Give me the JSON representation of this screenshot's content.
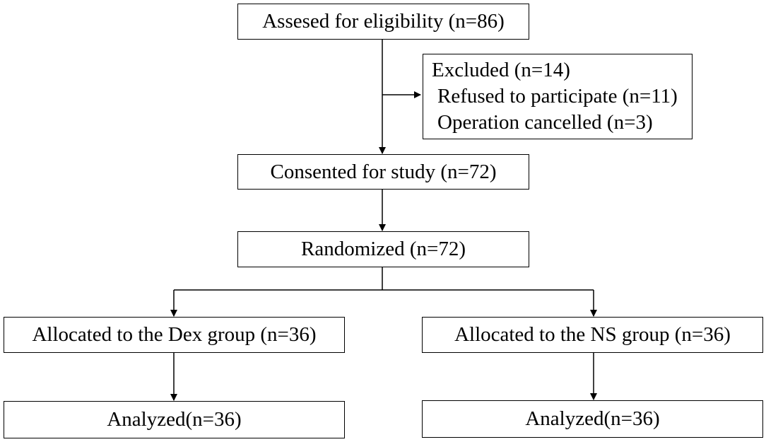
{
  "flowchart": {
    "assessed": "Assesed for eligibility (n=86)",
    "excluded": {
      "title": "Excluded (n=14)",
      "reasons": [
        "Refused to participate (n=11)",
        "Operation cancelled (n=3)"
      ]
    },
    "consented": "Consented for study (n=72)",
    "randomized": "Randomized (n=72)",
    "allocated_dex": "Allocated to the Dex group (n=36)",
    "allocated_ns": "Allocated to the NS group (n=36)",
    "analyzed_dex": "Analyzed(n=36)",
    "analyzed_ns": "Analyzed(n=36)"
  }
}
